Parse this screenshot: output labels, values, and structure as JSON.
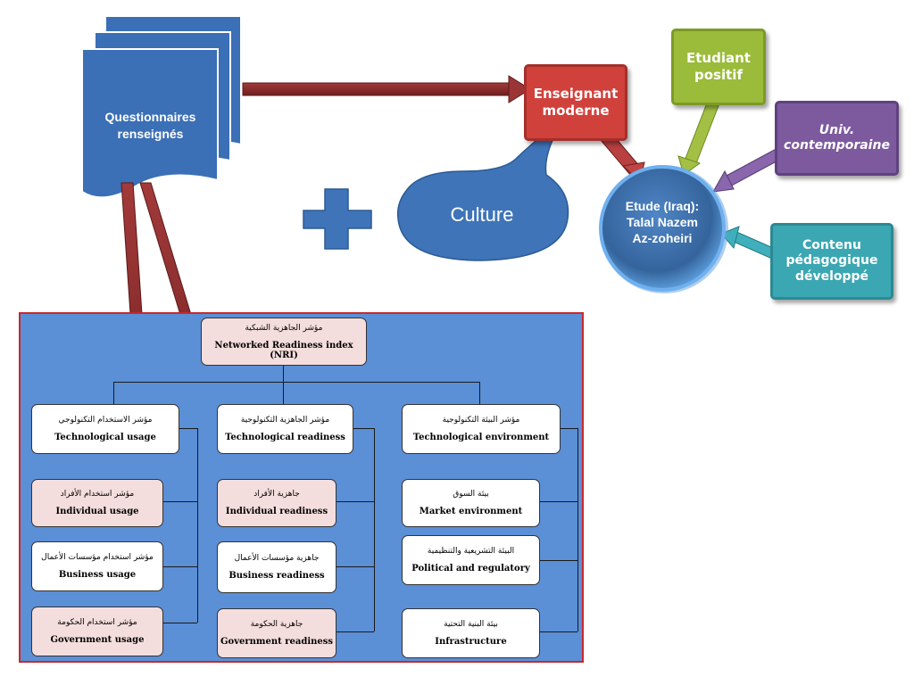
{
  "questionnaires": {
    "label_line1": "Questionnaires",
    "label_line2": "renseignés"
  },
  "culture": {
    "label": "Culture"
  },
  "boxes": {
    "enseignant": {
      "line1": "Enseignant",
      "line2": "moderne",
      "color": "#d0413c"
    },
    "etudiant": {
      "line1": "Etudiant",
      "line2": "positif",
      "color": "#9bbb3a"
    },
    "univ": {
      "line1": "Univ.",
      "line2": "contemporaine",
      "color": "#7d5a9e"
    },
    "contenu": {
      "line1": "Contenu",
      "line2": "pédagogique",
      "line3": "développé",
      "color": "#3ba7b3"
    }
  },
  "center": {
    "line1": "Etude (Iraq):",
    "line2": "Talal Nazem",
    "line3": "Az-zoheiri",
    "color": "#3b6ea8"
  },
  "colors": {
    "doc_blue": "#3b6fb6",
    "arrow_maroon": "#8b2a2a",
    "plus_blue": "#3f74b8",
    "panel_blue": "#5b8fd6",
    "panel_border": "#c8282e"
  },
  "nri": {
    "top": {
      "ar": "مؤشر الجاهزية الشبكية",
      "en": "Networked Readiness index (NRI)"
    },
    "col_usage": [
      {
        "ar": "مؤشر الاستخدام التكنولوجي",
        "en": "Technological usage"
      },
      {
        "ar": "مؤشر استخدام الأفراد",
        "en": "Individual usage"
      },
      {
        "ar": "مؤشر استخدام مؤسسات الأعمال",
        "en": "Business usage"
      },
      {
        "ar": "مؤشر استخدام الحكومة",
        "en": "Government usage"
      }
    ],
    "col_readiness": [
      {
        "ar": "مؤشر الجاهزية التكنولوجية",
        "en": "Technological readiness"
      },
      {
        "ar": "جاهزية الأفراد",
        "en": "Individual readiness"
      },
      {
        "ar": "جاهزية مؤسسات الأعمال",
        "en": "Business readiness"
      },
      {
        "ar": "جاهزية الحكومة",
        "en": "Government readiness"
      }
    ],
    "col_environment": [
      {
        "ar": "مؤشر البيئة التكنولوجية",
        "en": "Technological environment"
      },
      {
        "ar": "بيئة السوق",
        "en": "Market environment"
      },
      {
        "ar": "البيئة التشريعية والتنظيمية",
        "en": "Political and regulatory"
      },
      {
        "ar": "بيئة البنية التحتية",
        "en": "Infrastructure"
      }
    ]
  }
}
